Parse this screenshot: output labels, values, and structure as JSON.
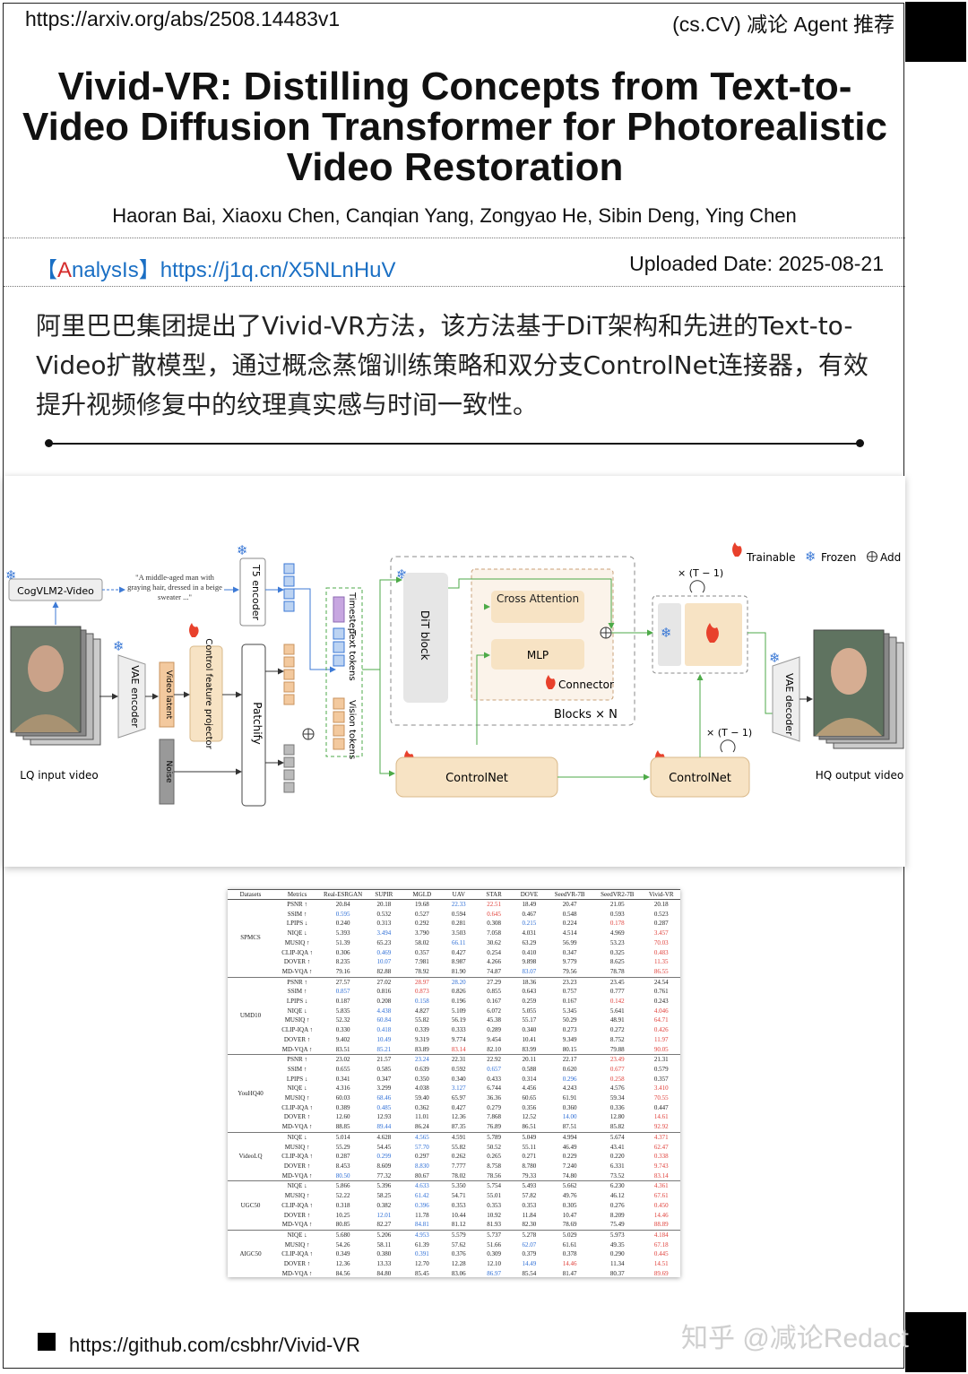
{
  "header": {
    "url": "https://arxiv.org/abs/2508.14483v1",
    "tag": "(cs.CV) 减论 Agent 推荐"
  },
  "paper": {
    "title": "Vivid-VR: Distilling Concepts from Text-to-Video Diffusion Transformer for Photorealistic Video Restoration",
    "authors": "Haoran Bai, Xiaoxu Chen, Canqian Yang, Zongyao He, Sibin Deng, Ying Chen"
  },
  "analysis": {
    "bracket_open": "【",
    "red_letter": "A",
    "word_rest": "nalysIs",
    "bracket_close": "】",
    "link": "https://j1q.cn/X5NLnHuV"
  },
  "uploaded": "Uploaded Date: 2025-08-21",
  "summary": "阿里巴巴集团提出了Vivid-VR方法，该方法基于DiT架构和先进的Text-to-Video扩散模型，通过概念蒸馏训练策略和双分支ControlNet连接器，有效提升视频修复中的纹理真实感与时间一致性。",
  "figure": {
    "legend": {
      "trainable": "Trainable",
      "frozen": "Frozen",
      "add": "Add"
    },
    "cogvlm": "CogVLM2-Video",
    "caption": "\"A middle-aged man with graying hair, dressed in a beige sweater ...\"",
    "t5": "T5 encoder",
    "vae_enc": "VAE encoder",
    "video_latent": "Video latent",
    "noise": "Noise",
    "ctrl_proj": "Control feature projector",
    "patchify": "Patchify",
    "timestep": "Timestep",
    "text_tokens": "Text tokens",
    "vision_tokens": "Vision tokens",
    "dit_block": "DiT block",
    "cross_attn": "Cross Attention",
    "mlp": "MLP",
    "connector": "Connector",
    "blocks": "Blocks × N",
    "t_minus_1": "× (T − 1)",
    "controlnet": "ControlNet",
    "vae_dec": "VAE decoder",
    "lq": "LQ input video",
    "hq": "HQ output video"
  },
  "table": {
    "headers": [
      "Datasets",
      "Metrics",
      "Real-ESRGAN",
      "SUPIR",
      "MGLD",
      "UAV",
      "STAR",
      "DOVE",
      "SeedVR-7B",
      "SeedVR2-7B",
      "Vivid-VR"
    ],
    "groups": [
      {
        "name": "SPMCS",
        "rows": [
          [
            "PSNR ↑",
            "20.84",
            "20.18",
            "19.68",
            "22.33",
            "22.51",
            "18.49",
            "20.47",
            "21.05",
            "20.18"
          ],
          [
            "SSIM ↑",
            "0.595",
            "0.532",
            "0.527",
            "0.594",
            "0.645",
            "0.467",
            "0.548",
            "0.593",
            "0.523"
          ],
          [
            "LPIPS ↓",
            "0.240",
            "0.313",
            "0.292",
            "0.281",
            "0.308",
            "0.215",
            "0.224",
            "0.178",
            "0.287"
          ],
          [
            "NIQE ↓",
            "5.393",
            "3.494",
            "3.790",
            "3.503",
            "7.058",
            "4.031",
            "4.514",
            "4.969",
            "3.457"
          ],
          [
            "MUSIQ ↑",
            "51.39",
            "65.23",
            "58.02",
            "66.11",
            "30.62",
            "63.29",
            "56.99",
            "53.23",
            "70.03"
          ],
          [
            "CLIP-IQA ↑",
            "0.306",
            "0.469",
            "0.357",
            "0.427",
            "0.254",
            "0.410",
            "0.347",
            "0.325",
            "0.483"
          ],
          [
            "DOVER ↑",
            "8.235",
            "10.07",
            "7.981",
            "8.987",
            "4.266",
            "9.898",
            "9.779",
            "8.625",
            "11.35"
          ],
          [
            "MD-VQA ↑",
            "79.16",
            "82.88",
            "78.92",
            "81.90",
            "74.87",
            "83.07",
            "79.56",
            "78.78",
            "86.55"
          ]
        ]
      },
      {
        "name": "UMD10",
        "rows": [
          [
            "PSNR ↑",
            "27.57",
            "27.02",
            "28.97",
            "28.20",
            "27.29",
            "18.36",
            "23.23",
            "23.45",
            "24.54"
          ],
          [
            "SSIM ↑",
            "0.857",
            "0.816",
            "0.873",
            "0.826",
            "0.855",
            "0.643",
            "0.757",
            "0.777",
            "0.761"
          ],
          [
            "LPIPS ↓",
            "0.187",
            "0.208",
            "0.158",
            "0.196",
            "0.167",
            "0.259",
            "0.167",
            "0.142",
            "0.243"
          ],
          [
            "NIQE ↓",
            "5.835",
            "4.438",
            "4.827",
            "5.109",
            "6.072",
            "5.055",
            "5.345",
            "5.641",
            "4.046"
          ],
          [
            "MUSIQ ↑",
            "52.32",
            "60.84",
            "55.82",
            "56.19",
            "45.38",
            "55.17",
            "50.29",
            "48.91",
            "64.71"
          ],
          [
            "CLIP-IQA ↑",
            "0.330",
            "0.418",
            "0.339",
            "0.333",
            "0.289",
            "0.340",
            "0.273",
            "0.272",
            "0.426"
          ],
          [
            "DOVER ↑",
            "9.402",
            "10.49",
            "9.319",
            "9.774",
            "9.454",
            "10.41",
            "9.349",
            "8.752",
            "11.97"
          ],
          [
            "MD-VQA ↑",
            "83.51",
            "85.21",
            "83.89",
            "83.14",
            "82.10",
            "83.99",
            "80.15",
            "79.88",
            "90.05"
          ]
        ]
      },
      {
        "name": "YouHQ40",
        "rows": [
          [
            "PSNR ↑",
            "23.02",
            "21.57",
            "23.24",
            "22.31",
            "22.92",
            "20.11",
            "22.17",
            "23.49",
            "21.31"
          ],
          [
            "SSIM ↑",
            "0.655",
            "0.585",
            "0.639",
            "0.592",
            "0.657",
            "0.588",
            "0.620",
            "0.677",
            "0.579"
          ],
          [
            "LPIPS ↓",
            "0.341",
            "0.347",
            "0.350",
            "0.340",
            "0.433",
            "0.314",
            "0.296",
            "0.258",
            "0.357"
          ],
          [
            "NIQE ↓",
            "4.316",
            "3.299",
            "4.038",
            "3.127",
            "6.744",
            "4.456",
            "4.243",
            "4.576",
            "3.410"
          ],
          [
            "MUSIQ ↑",
            "60.03",
            "68.46",
            "59.40",
            "65.97",
            "36.36",
            "60.65",
            "61.91",
            "59.34",
            "70.55"
          ],
          [
            "CLIP-IQA ↑",
            "0.389",
            "0.485",
            "0.362",
            "0.427",
            "0.279",
            "0.356",
            "0.360",
            "0.336",
            "0.447"
          ],
          [
            "DOVER ↑",
            "12.60",
            "12.93",
            "11.01",
            "12.36",
            "7.868",
            "12.52",
            "14.00",
            "12.80",
            "14.61"
          ],
          [
            "MD-VQA ↑",
            "88.85",
            "89.44",
            "86.24",
            "87.35",
            "76.89",
            "86.51",
            "87.51",
            "85.82",
            "92.92"
          ]
        ]
      },
      {
        "name": "VideoLQ",
        "rows": [
          [
            "NIQE ↓",
            "5.014",
            "4.628",
            "4.565",
            "4.591",
            "5.789",
            "5.049",
            "4.994",
            "5.674",
            "4.371"
          ],
          [
            "MUSIQ ↑",
            "55.29",
            "54.45",
            "57.70",
            "55.82",
            "50.52",
            "55.11",
            "46.49",
            "43.41",
            "62.47"
          ],
          [
            "CLIP-IQA ↑",
            "0.287",
            "0.299",
            "0.297",
            "0.262",
            "0.265",
            "0.271",
            "0.229",
            "0.220",
            "0.338"
          ],
          [
            "DOVER ↑",
            "8.453",
            "8.609",
            "8.830",
            "7.777",
            "8.758",
            "8.780",
            "7.240",
            "6.331",
            "9.743"
          ],
          [
            "MD-VQA ↑",
            "80.50",
            "77.32",
            "80.67",
            "78.02",
            "78.56",
            "79.33",
            "74.80",
            "73.52",
            "83.14"
          ]
        ]
      },
      {
        "name": "UGC50",
        "rows": [
          [
            "NIQE ↓",
            "5.866",
            "5.396",
            "4.633",
            "5.350",
            "5.754",
            "5.493",
            "5.662",
            "6.230",
            "4.361"
          ],
          [
            "MUSIQ ↑",
            "52.22",
            "58.25",
            "61.42",
            "54.71",
            "55.01",
            "57.82",
            "49.76",
            "46.12",
            "67.61"
          ],
          [
            "CLIP-IQA ↑",
            "0.318",
            "0.382",
            "0.396",
            "0.353",
            "0.353",
            "0.353",
            "0.305",
            "0.276",
            "0.450"
          ],
          [
            "DOVER ↑",
            "10.25",
            "12.01",
            "11.78",
            "10.44",
            "10.92",
            "11.84",
            "10.47",
            "8.209",
            "14.46"
          ],
          [
            "MD-VQA ↑",
            "80.85",
            "82.27",
            "84.81",
            "81.12",
            "81.93",
            "82.30",
            "78.69",
            "75.49",
            "88.89"
          ]
        ]
      },
      {
        "name": "AIGC50",
        "rows": [
          [
            "NIQE ↓",
            "5.680",
            "5.206",
            "4.953",
            "5.579",
            "5.737",
            "5.278",
            "5.029",
            "5.973",
            "4.184"
          ],
          [
            "MUSIQ ↑",
            "54.26",
            "58.11",
            "61.39",
            "57.62",
            "51.66",
            "62.07",
            "61.61",
            "49.35",
            "67.18"
          ],
          [
            "CLIP-IQA ↑",
            "0.349",
            "0.380",
            "0.391",
            "0.376",
            "0.309",
            "0.379",
            "0.378",
            "0.290",
            "0.445"
          ],
          [
            "DOVER ↑",
            "12.36",
            "13.33",
            "12.70",
            "12.28",
            "12.10",
            "14.49",
            "14.46",
            "11.34",
            "14.51"
          ],
          [
            "MD-VQA ↑",
            "84.56",
            "84.80",
            "85.45",
            "83.06",
            "86.97",
            "85.54",
            "81.47",
            "80.37",
            "89.69"
          ]
        ]
      }
    ],
    "highlight_red": [
      "22.51",
      "0.645",
      "0.178",
      "3.457",
      "70.03",
      "0.483",
      "11.35",
      "86.55",
      "28.97",
      "0.873",
      "0.142",
      "4.046",
      "64.71",
      "0.426",
      "11.97",
      "90.05",
      "23.49",
      "0.677",
      "0.258",
      "3.410",
      "70.55",
      "14.61",
      "92.92",
      "4.371",
      "62.47",
      "0.338",
      "9.743",
      "83.14",
      "4.361",
      "67.61",
      "0.450",
      "14.46",
      "88.89",
      "4.184",
      "67.18",
      "0.445",
      "14.51",
      "89.69"
    ],
    "highlight_blue": [
      "22.33",
      "0.595",
      "0.215",
      "3.494",
      "66.11",
      "0.469",
      "10.07",
      "83.07",
      "28.20",
      "0.857",
      "0.158",
      "4.438",
      "60.84",
      "0.418",
      "10.49",
      "85.21",
      "23.24",
      "0.657",
      "0.296",
      "3.127",
      "68.46",
      "0.485",
      "14.00",
      "89.44",
      "4.565",
      "57.70",
      "0.299",
      "8.830",
      "80.50",
      "4.633",
      "61.42",
      "0.396",
      "12.01",
      "84.81",
      "4.953",
      "62.07",
      "0.391",
      "14.49",
      "86.97"
    ]
  },
  "footer": {
    "github": "https://github.com/csbhr/Vivid-VR",
    "watermark": "知乎 @减论Redact"
  },
  "colors": {
    "link_blue": "#1a6fc4",
    "accent_red": "#d52b2b",
    "trainable_red": "#e8412c",
    "frozen_blue": "#3d7ad6",
    "orange_block": "#f7e3c4",
    "green_arrow": "#4daa48"
  }
}
